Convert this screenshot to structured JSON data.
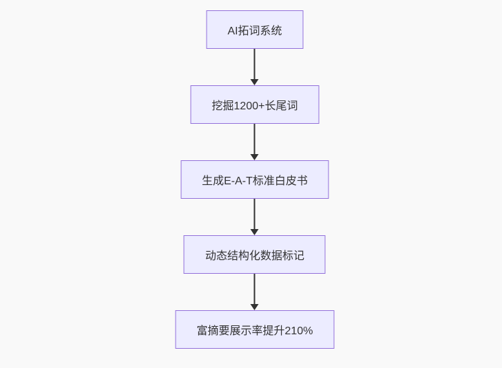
{
  "theme": {
    "background_color": "#f9f9f9",
    "node_fill_color": "#ECECFF",
    "node_border_color": "#9370DB",
    "text_color": "#333333",
    "arrow_color": "#333333"
  },
  "flowchart": {
    "type": "vertical-flow",
    "direction": "top-down",
    "nodes": [
      {
        "id": "step-1",
        "label": "AI拓词系统"
      },
      {
        "id": "step-2",
        "label": "挖掘1200+长尾词"
      },
      {
        "id": "step-3",
        "label": "生成E-A-T标准白皮书"
      },
      {
        "id": "step-4",
        "label": "动态结构化数据标记"
      },
      {
        "id": "step-5",
        "label": "富摘要展示率提升210%"
      }
    ],
    "edges": [
      {
        "from": "step-1",
        "to": "step-2"
      },
      {
        "from": "step-2",
        "to": "step-3"
      },
      {
        "from": "step-3",
        "to": "step-4"
      },
      {
        "from": "step-4",
        "to": "step-5"
      }
    ]
  }
}
